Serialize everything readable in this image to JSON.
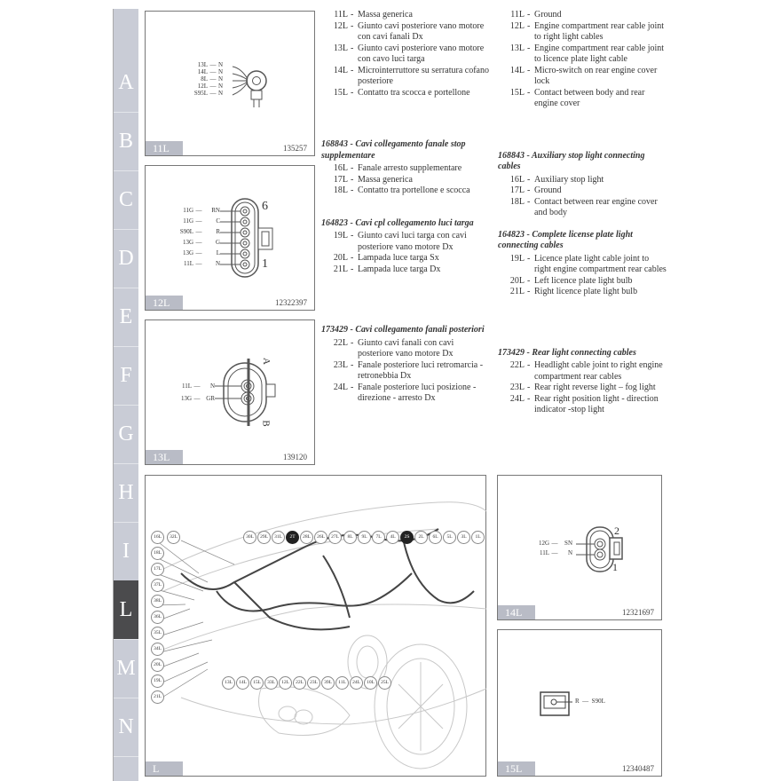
{
  "index_tabs": [
    {
      "letter": "A",
      "active": false
    },
    {
      "letter": "B",
      "active": false
    },
    {
      "letter": "C",
      "active": false
    },
    {
      "letter": "D",
      "active": false
    },
    {
      "letter": "E",
      "active": false
    },
    {
      "letter": "F",
      "active": false
    },
    {
      "letter": "G",
      "active": false
    },
    {
      "letter": "H",
      "active": false
    },
    {
      "letter": "I",
      "active": false
    },
    {
      "letter": "L",
      "active": true
    },
    {
      "letter": "M",
      "active": false
    },
    {
      "letter": "N",
      "active": false
    }
  ],
  "panels": {
    "p11L": {
      "label": "11L",
      "code": "135257",
      "wires": [
        {
          "circuit": "13L",
          "color": "N"
        },
        {
          "circuit": "14L",
          "color": "N"
        },
        {
          "circuit": "8L",
          "color": "N"
        },
        {
          "circuit": "12L",
          "color": "N"
        },
        {
          "circuit": "S95L",
          "color": "N"
        }
      ]
    },
    "p12L": {
      "label": "12L",
      "code": "12322397",
      "pin_top": "6",
      "pin_bottom": "1",
      "wires": [
        {
          "circuit": "11G",
          "color": "RN"
        },
        {
          "circuit": "11G",
          "color": "C"
        },
        {
          "circuit": "S90L",
          "color": "R"
        },
        {
          "circuit": "13G",
          "color": "G"
        },
        {
          "circuit": "13G",
          "color": "L"
        },
        {
          "circuit": "11L",
          "color": "N"
        }
      ]
    },
    "p13L": {
      "label": "13L",
      "code": "139120",
      "side_a": "A",
      "side_b": "B",
      "wires": [
        {
          "circuit": "11L",
          "color": "N"
        },
        {
          "circuit": "13G",
          "color": "GR"
        }
      ]
    },
    "p14L": {
      "label": "14L",
      "code": "12321697",
      "pin_top": "2",
      "pin_bottom": "1",
      "wires": [
        {
          "circuit": "12G",
          "color": "SN"
        },
        {
          "circuit": "11L",
          "color": "N"
        }
      ]
    },
    "p15L": {
      "label": "15L",
      "code": "12340487",
      "wire": {
        "color": "R",
        "circuit": "S90L"
      }
    },
    "main": {
      "label": "L",
      "top_bubbles": [
        "30L",
        "29L",
        "31L",
        "2T",
        "28L",
        "26L",
        "27L",
        "8L",
        "9L",
        "7L",
        "4L",
        "2S",
        "2L",
        "6L",
        "5L",
        "3L",
        "1L"
      ],
      "top_dark": [
        "2T",
        "2S"
      ],
      "left_bubbles": [
        "16L",
        "32L",
        "18L",
        "17L",
        "37L",
        "38L",
        "36L",
        "35L",
        "34L",
        "20L",
        "19L",
        "21L"
      ],
      "bottom_bubbles": [
        "13L",
        "14L",
        "15L",
        "33L",
        "12L",
        "22L",
        "23L",
        "39L",
        "11L",
        "24L",
        "10L",
        "25L"
      ]
    }
  },
  "text_it": {
    "group1": [
      {
        "code": "11L",
        "desc": "Massa generica"
      },
      {
        "code": "12L",
        "desc": "Giunto cavi posteriore vano motore con cavi fanali Dx"
      },
      {
        "code": "13L",
        "desc": "Giunto cavi posteriore vano motore con cavo luci targa"
      },
      {
        "code": "14L",
        "desc": "Microinterruttore su serratura cofano posteriore"
      },
      {
        "code": "15L",
        "desc": "Contatto tra scocca e portellone"
      }
    ],
    "group2_heading": "168843 - Cavi collegamento fanale stop supplementare",
    "group2": [
      {
        "code": "16L",
        "desc": "Fanale arresto supplementare"
      },
      {
        "code": "17L",
        "desc": "Massa generica"
      },
      {
        "code": "18L",
        "desc": "Contatto tra portellone e scocca"
      }
    ],
    "group3_heading": "164823 - Cavi cpl collegamento luci targa",
    "group3": [
      {
        "code": "19L",
        "desc": "Giunto cavi luci targa con cavi posteriore vano motore Dx"
      },
      {
        "code": "20L",
        "desc": "Lampada luce targa Sx"
      },
      {
        "code": "21L",
        "desc": "Lampada luce targa Dx"
      }
    ],
    "group4_heading": "173429 - Cavi collegamento fanali posteriori",
    "group4": [
      {
        "code": "22L",
        "desc": "Giunto cavi fanali con cavi posteriore vano motore Dx"
      },
      {
        "code": "23L",
        "desc": "Fanale posteriore luci retromarcia - retronebbia Dx"
      },
      {
        "code": "24L",
        "desc": "Fanale posteriore luci posizione - direzione - arresto Dx"
      }
    ]
  },
  "text_en": {
    "group1": [
      {
        "code": "11L",
        "desc": "Ground"
      },
      {
        "code": "12L",
        "desc": "Engine compartment rear cable joint to right light cables"
      },
      {
        "code": "13L",
        "desc": "Engine compartment rear cable joint to licence plate light cable"
      },
      {
        "code": "14L",
        "desc": "Micro-switch on rear engine cover lock"
      },
      {
        "code": "15L",
        "desc": "Contact between body and rear engine cover"
      }
    ],
    "group2_heading": "168843 - Auxiliary stop light connecting cables",
    "group2": [
      {
        "code": "16L",
        "desc": "Auxiliary stop light"
      },
      {
        "code": "17L",
        "desc": "Ground"
      },
      {
        "code": "18L",
        "desc": "Contact between rear engine cover and body"
      }
    ],
    "group3_heading": "164823 - Complete license plate light connecting cables",
    "group3": [
      {
        "code": "19L",
        "desc": "Licence plate light cable joint to right engine compartment rear cables"
      },
      {
        "code": "20L",
        "desc": "Left licence plate light bulb"
      },
      {
        "code": "21L",
        "desc": "Right licence plate light bulb"
      }
    ],
    "group4_heading": "173429 - Rear light connecting cables",
    "group4": [
      {
        "code": "22L",
        "desc": "Headlight cable joint to right engine compartment rear cables"
      },
      {
        "code": "23L",
        "desc": "Rear right reverse light – fog light"
      },
      {
        "code": "24L",
        "desc": "Rear right position light - direction indicator -stop light"
      }
    ]
  }
}
